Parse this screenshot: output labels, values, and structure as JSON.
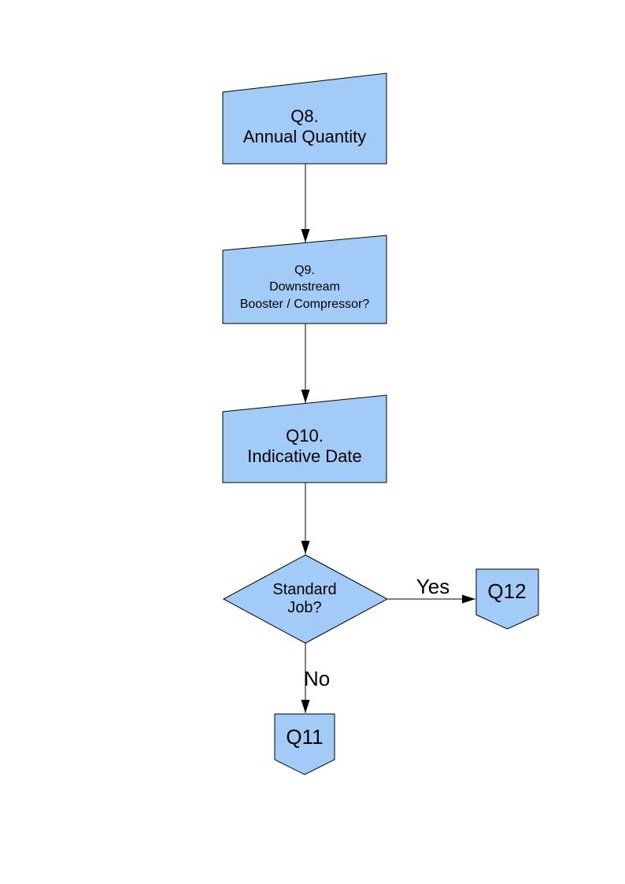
{
  "diagram": {
    "type": "flowchart",
    "colors": {
      "node_fill": "#A2CBF8",
      "node_stroke": "#000000",
      "connector": "#000000",
      "text": "#000000",
      "background": "#ffffff"
    },
    "nodes": [
      {
        "id": "q8",
        "shape": "manual-input",
        "lines": [
          "Q8.",
          "Annual Quantity"
        ]
      },
      {
        "id": "q9",
        "shape": "manual-input",
        "lines": [
          "Q9.",
          "Downstream",
          "Booster / Compressor?"
        ]
      },
      {
        "id": "q10",
        "shape": "manual-input",
        "lines": [
          "Q10.",
          "Indicative Date"
        ]
      },
      {
        "id": "standard-job",
        "shape": "decision",
        "lines": [
          "Standard",
          "Job?"
        ]
      },
      {
        "id": "q12",
        "shape": "off-page-connector",
        "lines": [
          "Q12"
        ]
      },
      {
        "id": "q11",
        "shape": "off-page-connector",
        "lines": [
          "Q11"
        ]
      }
    ],
    "edges": [
      {
        "id": "q8-to-q9",
        "from": "q8",
        "to": "q9",
        "label": ""
      },
      {
        "id": "q9-to-q10",
        "from": "q9",
        "to": "q10",
        "label": ""
      },
      {
        "id": "q10-to-decision",
        "from": "q10",
        "to": "standard-job",
        "label": ""
      },
      {
        "id": "decision-to-q12",
        "from": "standard-job",
        "to": "q12",
        "label": "Yes"
      },
      {
        "id": "decision-to-q11",
        "from": "standard-job",
        "to": "q11",
        "label": "No"
      }
    ]
  }
}
